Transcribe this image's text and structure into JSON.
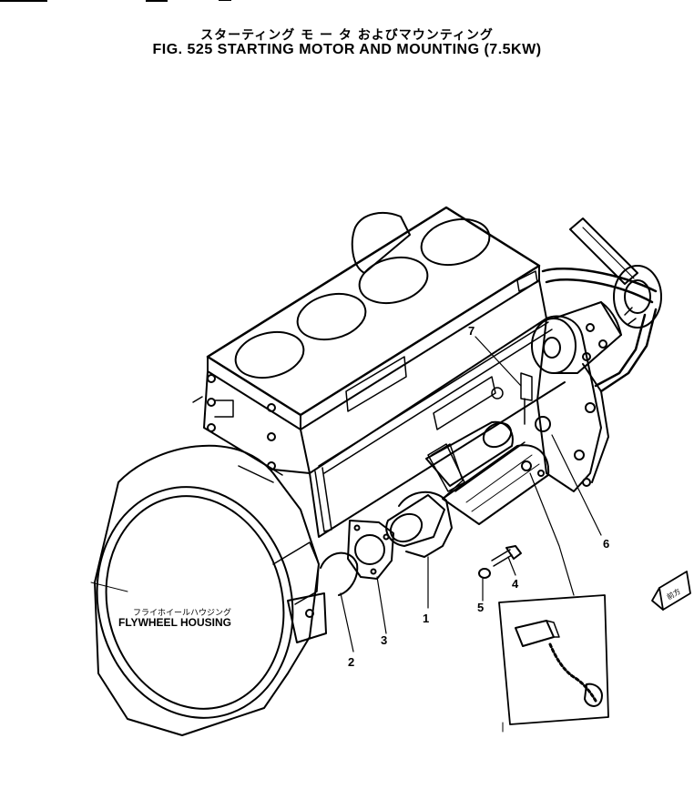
{
  "header": {
    "title_jp": "スターティング モ ー タ およびマウンティング",
    "title_en": "FIG. 525  STARTING MOTOR AND MOUNTING (7.5KW)"
  },
  "labels": {
    "housing_jp": "フライホイールハウジング",
    "housing_en": "FLYWHEEL HOUSING",
    "tag_jp": "前方"
  },
  "callouts": [
    "1",
    "2",
    "3",
    "4",
    "5",
    "6",
    "7"
  ]
}
